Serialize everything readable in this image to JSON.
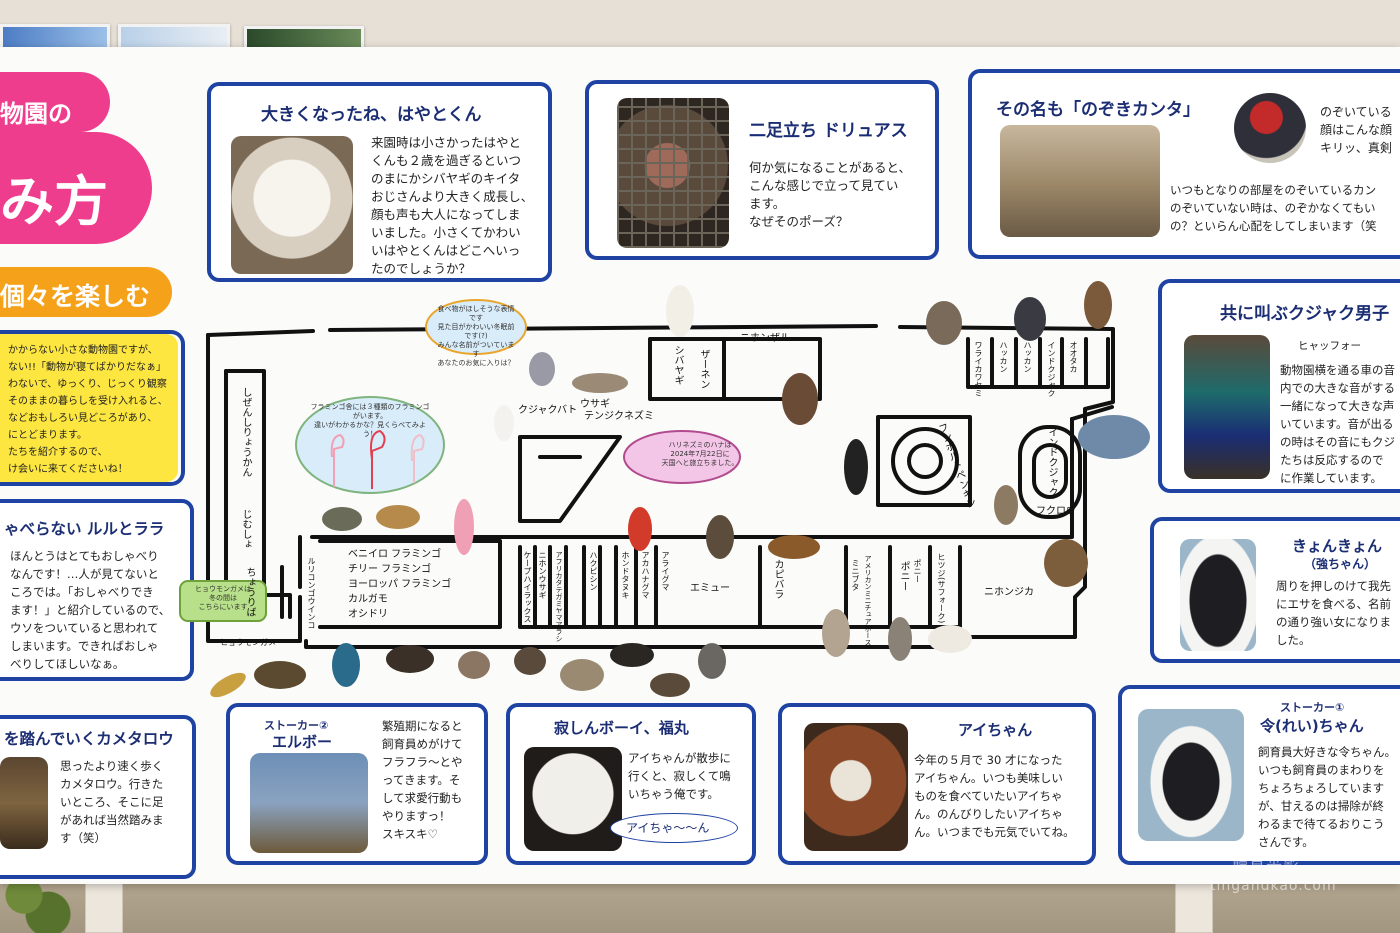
{
  "sign": {
    "left_title_top": "物園の",
    "left_title_main": "み方",
    "left_title_sub": "個々を楽しむ",
    "intro_lines": [
      "かからない小さな動物園ですが、",
      "ない!!「動物が寝てばかりだなぁ」",
      "わないで、ゆっくり、じっくり観察",
      "そのままの暮らしを受け入れると、",
      "などおもしろい見どころがあり、",
      "にとどまります。",
      "たちを紹介するので、",
      "け会いに来てくださいね！"
    ]
  },
  "cards": {
    "hayato": {
      "title": "大きくなったね、はやとくん",
      "text": [
        "来園時は小さかったはやと",
        "くんも２歳を過ぎるといつ",
        "のまにかシバヤギのキイタ",
        "おじさんより大きく成長し、",
        "顔も声も大人になってしま",
        "いました。小さくてかわい",
        "いはやとくんはどこへいっ",
        "たのでしょうか？"
      ]
    },
    "drias": {
      "title": "二足立ち ドリュアス",
      "text": [
        "何か気になることがあると、",
        "こんな感じで立って見てい",
        "ます。",
        "なぜそのポーズ？"
      ]
    },
    "kanta": {
      "title": "その名も「のぞきカンタ」",
      "text_right": [
        "のぞいている",
        "顔はこんな顔",
        "キリッ、真剣"
      ],
      "text_bottom": [
        "いつもとなりの部屋をのぞいているカン",
        "のぞいていない時は、のぞかなくてもい",
        "の？といらん心配をしてしまいます（笑"
      ]
    },
    "peacock": {
      "title": "共に叫ぶクジャク男子",
      "tag": "ヒャッフォー",
      "text": [
        "動物園横を通る車の音",
        "内での大きな音がする",
        "一緒になって大きな声",
        "いています。音が出る",
        "の時はその音にもクジ",
        "たちは反応するので",
        "に作業しています。"
      ]
    },
    "kyonkyon": {
      "title": "きょんきょん",
      "subtitle": "（強ちゃん）",
      "text": [
        "周りを押しのけて我先",
        "にエサを食べる、名前",
        "の通り強い女になりま",
        "した。"
      ]
    },
    "rei": {
      "title_small": "ストーカー①",
      "title": "令(れい)ちゃん",
      "text": [
        "飼育員大好きな令ちゃん。",
        "いつも飼育員のまわりを",
        "ちょろちょろしています",
        "が、甘えるのは掃除が終",
        "わるまで待てるおりこう",
        "さんです。"
      ]
    },
    "ruru": {
      "title": "ゃべらない ルルとララ",
      "text": [
        "ほんとうはとてもおしゃべり",
        "なんです！…人が見てないと",
        "ころでは。「おしゃべりでき",
        "ます！」と紹介しているので、",
        "ウソをついていると思われて",
        "しまいます。できればおしゃ",
        "べりしてほしいなぁ。"
      ]
    },
    "kametarou": {
      "title": "を踏んでいくカメタロウ",
      "text": [
        "思ったより速く歩く",
        "カメタロウ。行きた",
        "いところ、そこに足",
        "があれば当然踏みま",
        "す（笑）"
      ]
    },
    "elbow": {
      "title_small": "ストーカー②",
      "title": "エルボー",
      "text": [
        "繁殖期になると",
        "飼育員めがけて",
        "フラフラ～とや",
        "ってきます。そ",
        "して求愛行動も",
        "やりますっ！",
        "スキスキ♡"
      ]
    },
    "fukumaru": {
      "title": "寂しんボーイ、福丸",
      "text": [
        "アイちゃんが散歩に",
        "行くと、寂しくて鳴",
        "いちゃう俺です。"
      ],
      "speech": "アイちゃ～～ん"
    },
    "ai": {
      "title": "アイちゃん",
      "text": [
        "今年の５月で 30 才になった",
        "アイちゃん。いつも美味しい",
        "ものを食べていたいアイちゃ",
        "ん。のんびりしたいアイちゃ",
        "ん。いつまでも元気でいてね。"
      ]
    }
  },
  "map": {
    "labels": {
      "shibayagi": "シバヤギ",
      "zanen": "ザーネン",
      "nihonzaru": "ニホンザル",
      "kujakubato": "クジャクバト",
      "usagi": "ウサギ",
      "tenjikunezumi": "テンジクネズミ",
      "humboldt": "フンボルトペンギン",
      "indokujaku": "インドクジャク",
      "fukurou": "フクロウ",
      "emu": "エミュー",
      "kapibara": "カピバラ",
      "poni": "ポニー",
      "nihonjika": "ニホンジカ",
      "chouriba": "ちょうりば",
      "hyoumonkame": "ヒョウモンガメ",
      "flamingo_list": [
        "ベニイロ フラミンゴ",
        "チリー フラミンゴ",
        "ヨーロッパ フラミンゴ",
        "カルガモ",
        "オシドリ"
      ]
    },
    "vertical_labels": [
      "しぜんしりょうかん",
      "じむしょ",
      "ルリコンゴウインコ",
      "ワライカワセミ",
      "ハッカン",
      "ハッカン",
      "インドクジャク",
      "オオタカ",
      "ケープハイラックス",
      "ニホンウサギ",
      "アフリカタテガミヤマアラシ",
      "ハクビシン",
      "ホンドタヌキ",
      "アカハナグマ",
      "アライグマ",
      "ミニブタ",
      "アメリカンミニチュアホース",
      "ポニー",
      "ヒツジ(サフォーク)"
    ],
    "bubbles": {
      "guinea": [
        "食べ物がほしそうな表情です",
        "見た目がかわいい冬眠前です(?)",
        "みんな名前がついています",
        "あなたのお気に入りは？"
      ],
      "flamingo": [
        "フラミンゴ舎には３種類のフラミンゴがいます。",
        "違いがわかるかな？見くらべてみよう！"
      ],
      "hedgehog": [
        "ハリネズミのハナは",
        "2024年7月22日に",
        "天国へと旅立ちました。"
      ],
      "tortoise": [
        "ヒョウモンガメは",
        "冬の間は",
        "こちらにいます"
      ]
    }
  },
  "colors": {
    "card_border": "#1f43a3",
    "title_blue": "#1b2d73",
    "pink": "#ef3d8d",
    "orange": "#f5a11a",
    "yellow": "#fde640"
  },
  "watermark": [
    "聽見光影",
    "tingandkao.com"
  ]
}
